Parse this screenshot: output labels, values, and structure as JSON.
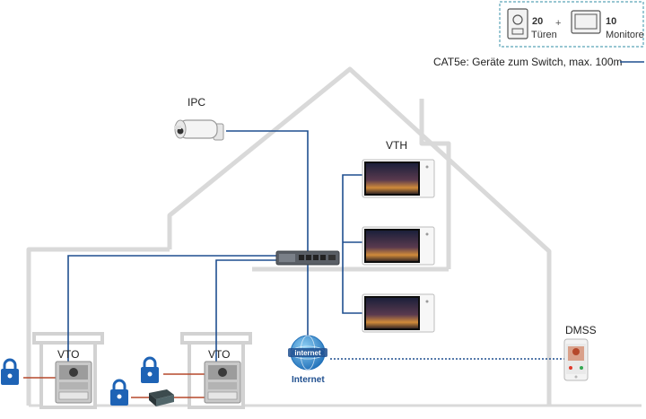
{
  "legend": {
    "doors_count": "20",
    "doors_label": "Türen",
    "plus": "+",
    "monitors_count": "10",
    "monitors_label": "Monitore",
    "cable_note": "CAT5e: Geräte zum Switch, max. 100m"
  },
  "labels": {
    "ipc": "IPC",
    "vth": "VTH",
    "vto_left": "VTO",
    "vto_right": "VTO",
    "dmss": "DMSS",
    "internet_globe": "internet",
    "internet_caption": "Internet"
  },
  "colors": {
    "cable": "#1f4f8f",
    "lock_cable": "#b5482b",
    "house_outline": "#d9d9d9",
    "legend_border": "#5ba3b8",
    "lock_blue": "#1e63b5",
    "globe_blue": "#2f7ec2"
  },
  "icons": [
    "camera-icon",
    "switch-icon",
    "monitor-icon",
    "door-station-icon",
    "lock-icon",
    "globe-icon",
    "smartphone-icon",
    "controller-icon"
  ]
}
